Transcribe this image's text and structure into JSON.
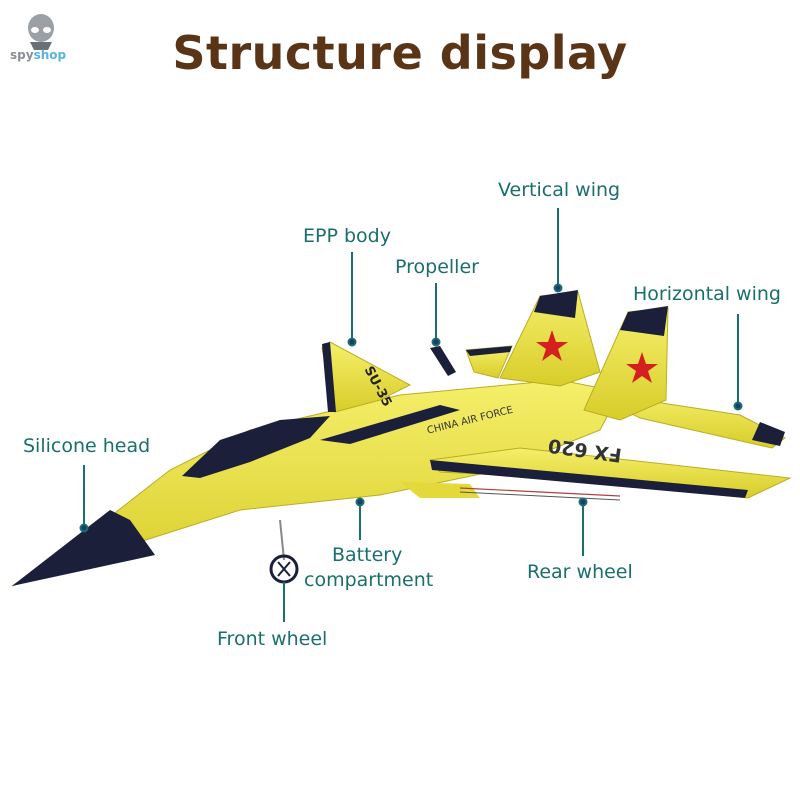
{
  "brand": {
    "part1": "spy",
    "part2": "shop"
  },
  "title": "Structure display",
  "labels": {
    "vertical_wing": "Vertical wing",
    "epp_body": "EPP body",
    "propeller": "Propeller",
    "horizontal_wing": "Horizontal wing",
    "silicone_head": "Silicone head",
    "battery_line1": "Battery",
    "battery_line2": "compartment",
    "rear_wheel": "Rear wheel",
    "front_wheel": "Front wheel"
  },
  "plane_markings": {
    "wing_text": "SU-35",
    "fuselage_text": "CHINA AIR FORCE",
    "tail_code": "FX 620"
  },
  "colors": {
    "title": "#5a3417",
    "label": "#1b6e6e",
    "plane_yellow": "#f0e84a",
    "plane_dark": "#1b1f3a",
    "star": "#d62020"
  }
}
